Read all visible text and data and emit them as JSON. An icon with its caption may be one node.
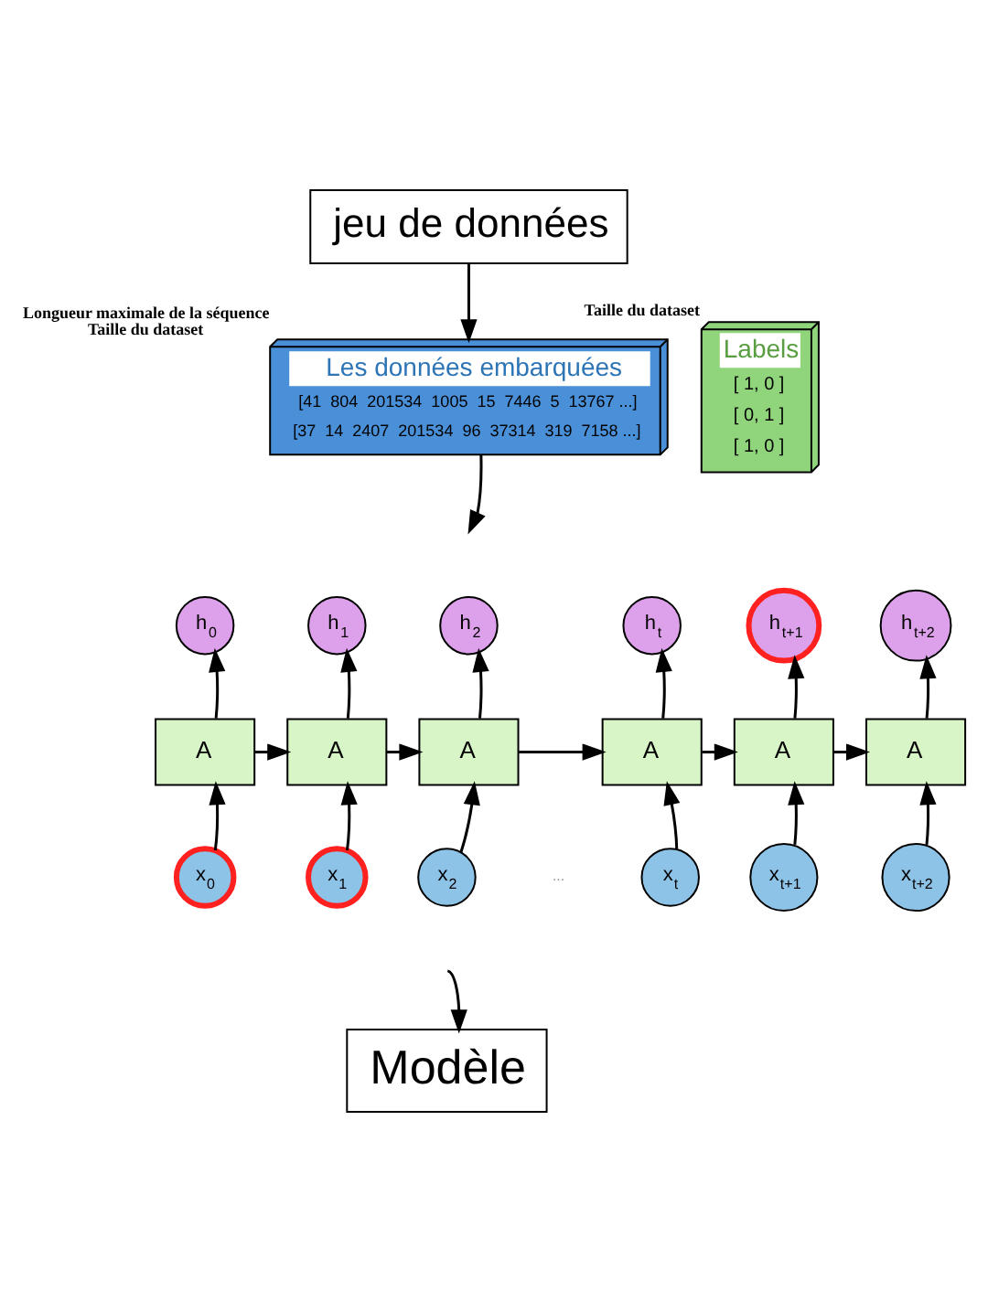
{
  "diagram": {
    "nodes": [
      {
        "text": [
          "jeu de données"
        ]
      },
      {
        "text": [
          "Les données embarquées",
          "[41  804  201534  1005  15  7446  5  13767 ...]",
          "[37  14  2407  201534  96  37314  319  7158 ...]"
        ],
        "beside": [
          "Longueur maximale de la séquence",
          "Taille du dataset"
        ]
      },
      {
        "text": [
          "Labels",
          "[ 1, 0 ]",
          "[ 0, 1 ]",
          "[ 1, 0 ]"
        ],
        "beside": [
          "Taille du dataset"
        ]
      },
      {
        "text": [
          "h$_{0}$"
        ]
      },
      {
        "text": [
          "h$_{1}$"
        ]
      },
      {
        "text": [
          "h$_{2}$"
        ]
      },
      {
        "text": [
          "h$_{t}$"
        ]
      },
      {
        "text": [
          "h$_{t+1}$"
        ]
      },
      {
        "text": [
          "h$_{t+2}$"
        ]
      },
      {
        "text": [
          "A"
        ]
      },
      {
        "text": [
          "A"
        ]
      },
      {
        "text": [
          "A"
        ]
      },
      {
        "text": [
          "A"
        ]
      },
      {
        "text": [
          "A"
        ]
      },
      {
        "text": [
          "A"
        ]
      },
      {
        "text": [
          "x$_{0}$"
        ]
      },
      {
        "text": [
          "x$_{1}$"
        ]
      },
      {
        "text": [
          "x$_{2}$"
        ]
      },
      {
        "text": [
          "x$_{t}$"
        ]
      },
      {
        "text": [
          "x$_{t+1}$"
        ]
      },
      {
        "text": [
          "x$_{t+2}$"
        ]
      },
      {
        "text": [
          "Modèle"
        ]
      }
    ],
    "edges": [
      {
        "from": 0,
        "to": 1,
        "arrow": "to"
      },
      {
        "from": 1,
        "to": null,
        "arrow": "to"
      },
      {
        "from": 9,
        "to": 3,
        "arrow": "to"
      },
      {
        "from": 10,
        "to": 4,
        "arrow": "to"
      },
      {
        "from": 11,
        "to": 5,
        "arrow": "to"
      },
      {
        "from": 12,
        "to": 6,
        "arrow": "to"
      },
      {
        "from": 13,
        "to": 7,
        "arrow": "to"
      },
      {
        "from": 14,
        "to": 8,
        "arrow": "to"
      },
      {
        "from": 9,
        "to": 10,
        "arrow": "to"
      },
      {
        "from": 10,
        "to": 11,
        "arrow": "to"
      },
      {
        "from": 11,
        "to": 12,
        "arrow": "to"
      },
      {
        "from": 12,
        "to": 13,
        "arrow": "to"
      },
      {
        "from": 13,
        "to": 14,
        "arrow": "to"
      },
      {
        "from": 15,
        "to": 9,
        "arrow": "to"
      },
      {
        "from": 16,
        "to": 10,
        "arrow": "to"
      },
      {
        "from": 17,
        "to": 11,
        "arrow": "to"
      },
      {
        "from": 18,
        "to": 12,
        "arrow": "to"
      },
      {
        "from": 19,
        "to": 13,
        "arrow": "to"
      },
      {
        "from": 20,
        "to": 14,
        "arrow": "to"
      },
      {
        "from": null,
        "to": 21,
        "arrow": "to"
      }
    ],
    "labels": [
      "..."
    ]
  }
}
